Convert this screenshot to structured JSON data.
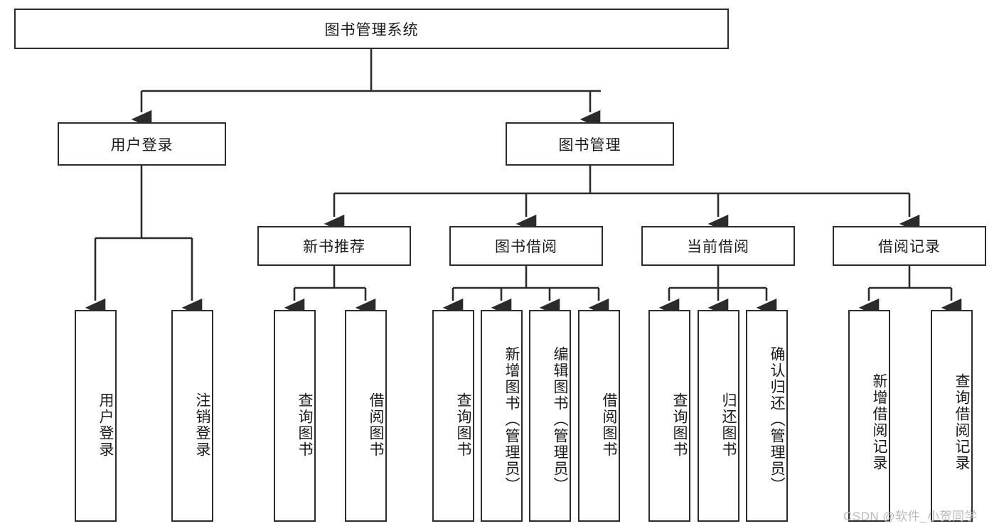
{
  "diagram": {
    "title_node": {
      "label": "图书管理系统"
    },
    "level2": [
      {
        "id": "user-login",
        "label": "用户登录"
      },
      {
        "id": "book-management",
        "label": "图书管理"
      }
    ],
    "level3": [
      {
        "id": "new-book-recommend",
        "label": "新书推荐"
      },
      {
        "id": "book-borrow",
        "label": "图书借阅"
      },
      {
        "id": "current-borrow",
        "label": "当前借阅"
      },
      {
        "id": "borrow-record",
        "label": "借阅记录"
      }
    ],
    "leaves": [
      {
        "id": "leaf-user-login",
        "label": "用户登录"
      },
      {
        "id": "leaf-logout-login",
        "label": "注销登录"
      },
      {
        "id": "leaf-query-book-1",
        "label": "查询图书"
      },
      {
        "id": "leaf-borrow-book-1",
        "label": "借阅图书"
      },
      {
        "id": "leaf-query-book-2",
        "label": "查询图书"
      },
      {
        "id": "leaf-add-book-admin",
        "label": "新增图书（管理员）"
      },
      {
        "id": "leaf-edit-book-admin",
        "label": "编辑图书（管理员）"
      },
      {
        "id": "leaf-borrow-book-2",
        "label": "借阅图书"
      },
      {
        "id": "leaf-query-book-3",
        "label": "查询图书"
      },
      {
        "id": "leaf-return-book",
        "label": "归还图书"
      },
      {
        "id": "leaf-confirm-return-admin",
        "label": "确认归还（管理员）"
      },
      {
        "id": "leaf-add-borrow-record",
        "label": "新增借阅记录"
      },
      {
        "id": "leaf-query-borrow-record",
        "label": "查询借阅记录"
      }
    ],
    "watermark": "CSDN @软件_小贺同学",
    "colors": {
      "stroke": "#2b2b2b",
      "fill": "#ffffff",
      "text": "#1a1a1a",
      "watermark": "#b9b9b9"
    }
  }
}
